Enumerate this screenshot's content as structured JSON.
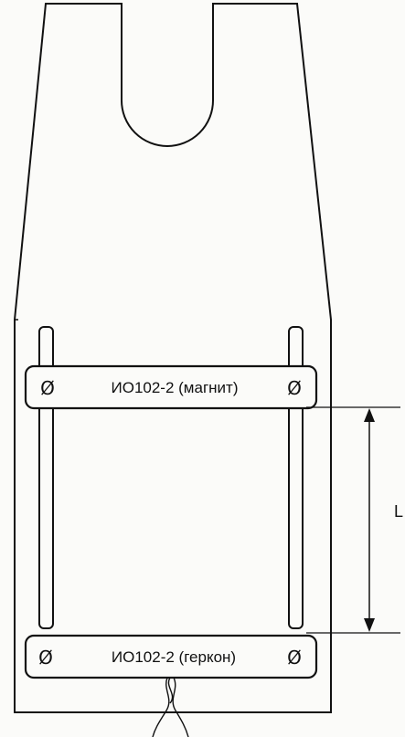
{
  "diagram": {
    "top_block": {
      "label": "ИО102-2 (магнит)",
      "left_symbol": "Ø",
      "right_symbol": "Ø"
    },
    "bottom_block": {
      "label": "ИО102-2 (геркон)",
      "left_symbol": "Ø",
      "right_symbol": "Ø"
    },
    "dimension_label": "L"
  }
}
